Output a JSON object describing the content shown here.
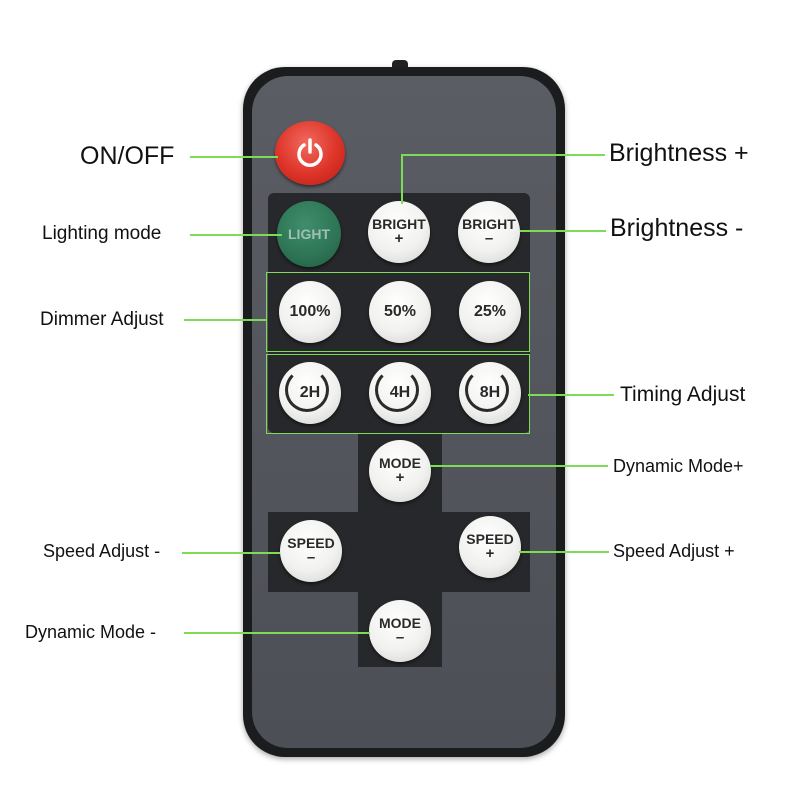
{
  "callouts": {
    "on_off": "ON/OFF",
    "brightness_plus": "Brightness +",
    "lighting_mode": "Lighting mode",
    "brightness_minus": "Brightness -",
    "dimmer_adjust": "Dimmer Adjust",
    "timing_adjust": "Timing Adjust",
    "dynamic_mode_plus": "Dynamic Mode+",
    "speed_adjust_minus": "Speed Adjust -",
    "speed_adjust_plus": "Speed Adjust +",
    "dynamic_mode_minus": "Dynamic Mode -"
  },
  "buttons": {
    "light": "LIGHT",
    "bright_plus": {
      "top": "BRIGHT",
      "sym": "+"
    },
    "bright_minus": {
      "top": "BRIGHT",
      "sym": "–"
    },
    "dim_100": "100%",
    "dim_50": "50%",
    "dim_25": "25%",
    "timer_2h": "2H",
    "timer_4h": "4H",
    "timer_8h": "8H",
    "mode_plus": {
      "top": "MODE",
      "sym": "+"
    },
    "mode_minus": {
      "top": "MODE",
      "sym": "–"
    },
    "speed_minus": {
      "top": "SPEED",
      "sym": "–"
    },
    "speed_plus": {
      "top": "SPEED",
      "sym": "+"
    }
  },
  "colors": {
    "callout_line": "#7ddc55",
    "power_button": "#de3328",
    "light_button": "#2d7454",
    "remote_body": "#55585e"
  },
  "icons": {
    "power": "power-icon"
  }
}
